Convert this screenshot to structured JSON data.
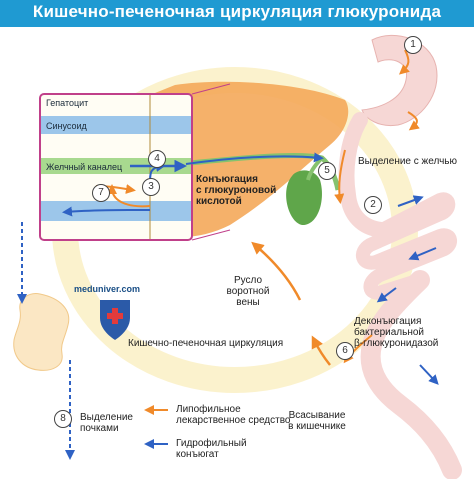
{
  "title": "Кишечно-печеночная циркуляция глюкуронида",
  "site": "meduniver.com",
  "logo": "shield-cross-icon",
  "colors": {
    "title_bg": "#1f9ad2",
    "liver": "#f4a95a",
    "gallbladder": "#5fa64a",
    "intestine": "#f6d7d5",
    "lipophilic_arrow": "#f08a2a",
    "hydrophilic_arrow": "#2f62c4",
    "magnifier": "#c0408a"
  },
  "inset": {
    "hepatocyte": "Гепатоцит",
    "sinusoid": "Синусоид",
    "bile_canaliculus": "Желчный каналец"
  },
  "conjugation": "Конъюгация\nс глюкуроновой\nкислотой",
  "bile_excretion": "Выделение с желчью",
  "portal_vein": "Русло\nворотной\nвены",
  "cycle": "Кишечно-печеночная циркуляция",
  "deconjugation": "Деконъюгация\nбактериальной\nβ-глюкуронидазой",
  "absorption": "Всасывание\nв кишечнике",
  "renal": "Выделение\nпочками",
  "legend": {
    "lipophilic": "Липофильное\nлекарственное средство",
    "hydrophilic": "Гидрофильный\nконъюгат"
  },
  "steps": [
    "1",
    "2",
    "3",
    "4",
    "5",
    "6",
    "7",
    "8"
  ]
}
